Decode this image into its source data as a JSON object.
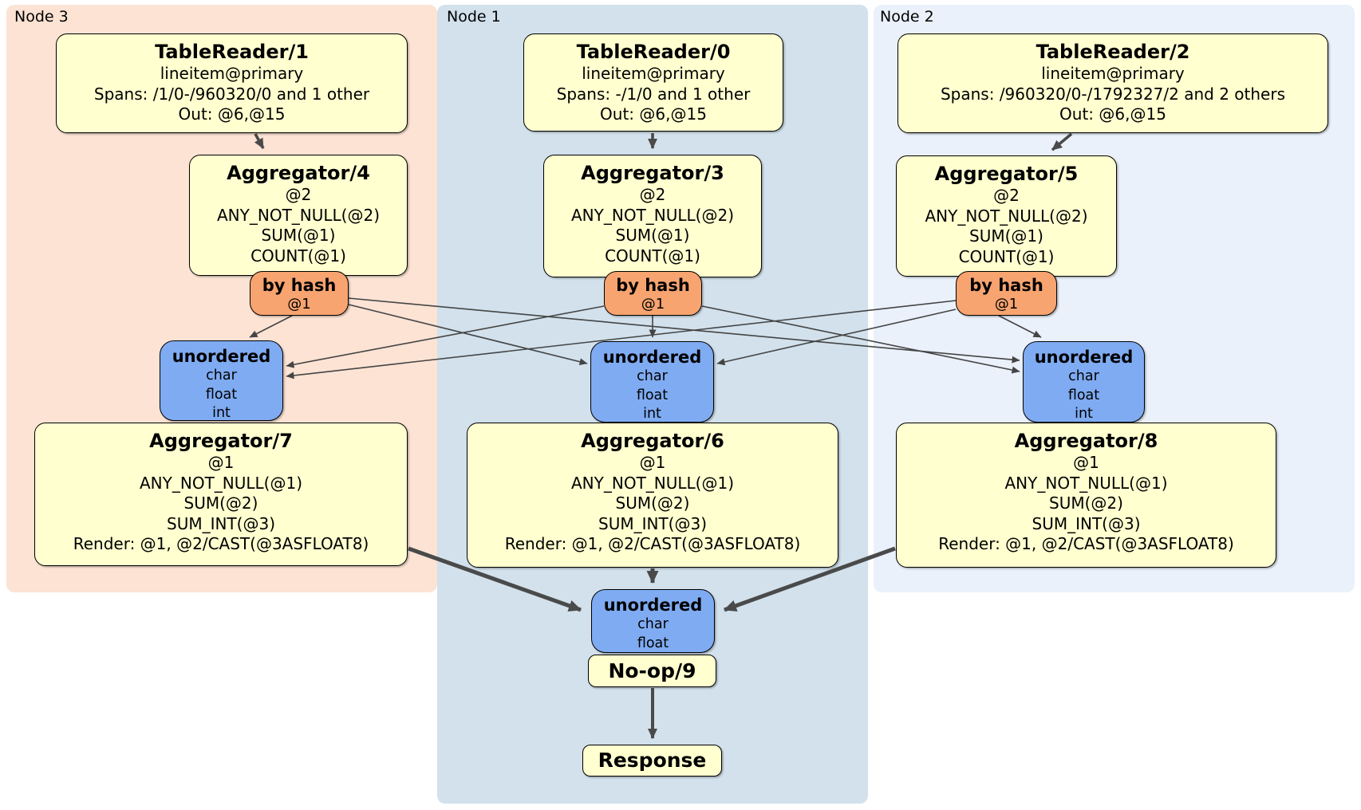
{
  "colors": {
    "node3_bg": "#fce3d4",
    "node1_bg": "#d2e1ec",
    "node2_bg": "#eaf1fa",
    "processor_fill": "#ffffd0",
    "router_fill": "#f7a470",
    "sync_fill": "#7fabf2",
    "edge": "#444444",
    "border": "#000000"
  },
  "node3": {
    "label": "Node 3",
    "table_reader": {
      "title": "TableReader/1",
      "lines": [
        "lineitem@primary",
        "Spans: /1/0-/960320/0 and 1 other",
        "Out: @6,@15"
      ]
    },
    "aggregator_top": {
      "title": "Aggregator/4",
      "lines": [
        "@2",
        "ANY_NOT_NULL(@2)",
        "SUM(@1)",
        "COUNT(@1)"
      ]
    },
    "router": {
      "title": "by hash",
      "lines": [
        "@1"
      ]
    },
    "sync": {
      "title": "unordered",
      "lines": [
        "char",
        "float",
        "int"
      ]
    },
    "aggregator_bottom": {
      "title": "Aggregator/7",
      "lines": [
        "@1",
        "ANY_NOT_NULL(@1)",
        "SUM(@2)",
        "SUM_INT(@3)",
        "Render: @1, @2/CAST(@3ASFLOAT8)"
      ]
    }
  },
  "node1": {
    "label": "Node 1",
    "table_reader": {
      "title": "TableReader/0",
      "lines": [
        "lineitem@primary",
        "Spans: -/1/0 and 1 other",
        "Out: @6,@15"
      ]
    },
    "aggregator_top": {
      "title": "Aggregator/3",
      "lines": [
        "@2",
        "ANY_NOT_NULL(@2)",
        "SUM(@1)",
        "COUNT(@1)"
      ]
    },
    "router": {
      "title": "by hash",
      "lines": [
        "@1"
      ]
    },
    "sync": {
      "title": "unordered",
      "lines": [
        "char",
        "float",
        "int"
      ]
    },
    "aggregator_bottom": {
      "title": "Aggregator/6",
      "lines": [
        "@1",
        "ANY_NOT_NULL(@1)",
        "SUM(@2)",
        "SUM_INT(@3)",
        "Render: @1, @2/CAST(@3ASFLOAT8)"
      ]
    }
  },
  "node2": {
    "label": "Node 2",
    "table_reader": {
      "title": "TableReader/2",
      "lines": [
        "lineitem@primary",
        "Spans: /960320/0-/1792327/2 and 2 others",
        "Out: @6,@15"
      ]
    },
    "aggregator_top": {
      "title": "Aggregator/5",
      "lines": [
        "@2",
        "ANY_NOT_NULL(@2)",
        "SUM(@1)",
        "COUNT(@1)"
      ]
    },
    "router": {
      "title": "by hash",
      "lines": [
        "@1"
      ]
    },
    "sync": {
      "title": "unordered",
      "lines": [
        "char",
        "float",
        "int"
      ]
    },
    "aggregator_bottom": {
      "title": "Aggregator/8",
      "lines": [
        "@1",
        "ANY_NOT_NULL(@1)",
        "SUM(@2)",
        "SUM_INT(@3)",
        "Render: @1, @2/CAST(@3ASFLOAT8)"
      ]
    }
  },
  "final": {
    "sync": {
      "title": "unordered",
      "lines": [
        "char",
        "float"
      ]
    },
    "noop": {
      "title": "No-op/9"
    },
    "response": {
      "title": "Response"
    }
  },
  "edges": [
    {
      "from": "TableReader/1",
      "to": "Aggregator/4"
    },
    {
      "from": "TableReader/0",
      "to": "Aggregator/3"
    },
    {
      "from": "TableReader/2",
      "to": "Aggregator/5"
    },
    {
      "from": "by hash (Node 3)",
      "to": "unordered (Node 3)"
    },
    {
      "from": "by hash (Node 3)",
      "to": "unordered (Node 1)"
    },
    {
      "from": "by hash (Node 3)",
      "to": "unordered (Node 2)"
    },
    {
      "from": "by hash (Node 1)",
      "to": "unordered (Node 3)"
    },
    {
      "from": "by hash (Node 1)",
      "to": "unordered (Node 1)"
    },
    {
      "from": "by hash (Node 1)",
      "to": "unordered (Node 2)"
    },
    {
      "from": "by hash (Node 2)",
      "to": "unordered (Node 3)"
    },
    {
      "from": "by hash (Node 2)",
      "to": "unordered (Node 1)"
    },
    {
      "from": "by hash (Node 2)",
      "to": "unordered (Node 2)"
    },
    {
      "from": "Aggregator/7",
      "to": "unordered (final)"
    },
    {
      "from": "Aggregator/6",
      "to": "unordered (final)"
    },
    {
      "from": "Aggregator/8",
      "to": "unordered (final)"
    },
    {
      "from": "No-op/9",
      "to": "Response"
    }
  ]
}
